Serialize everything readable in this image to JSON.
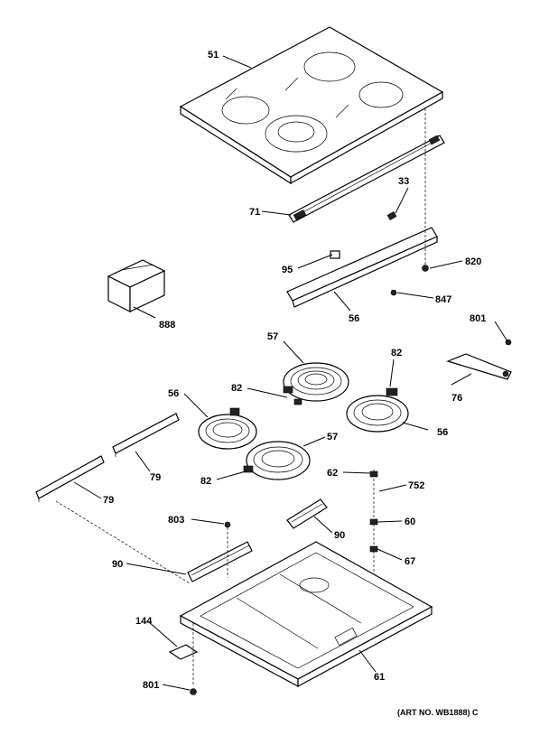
{
  "labels": {
    "p51": "51",
    "p33": "33",
    "p71": "71",
    "p820": "820",
    "p95": "95",
    "p847": "847",
    "p56a": "56",
    "p888": "888",
    "p801a": "801",
    "p57a": "57",
    "p82a": "82",
    "p56b": "56",
    "p82b": "82",
    "p76": "76",
    "p56c": "56",
    "p57b": "57",
    "p79a": "79",
    "p62": "62",
    "p82c": "82",
    "p752": "752",
    "p79b": "79",
    "p803": "803",
    "p60": "60",
    "p90a": "90",
    "p90b": "90",
    "p67": "67",
    "p144": "144",
    "p61": "61",
    "p801b": "801"
  },
  "art_number": "(ART NO. WB1888) C"
}
